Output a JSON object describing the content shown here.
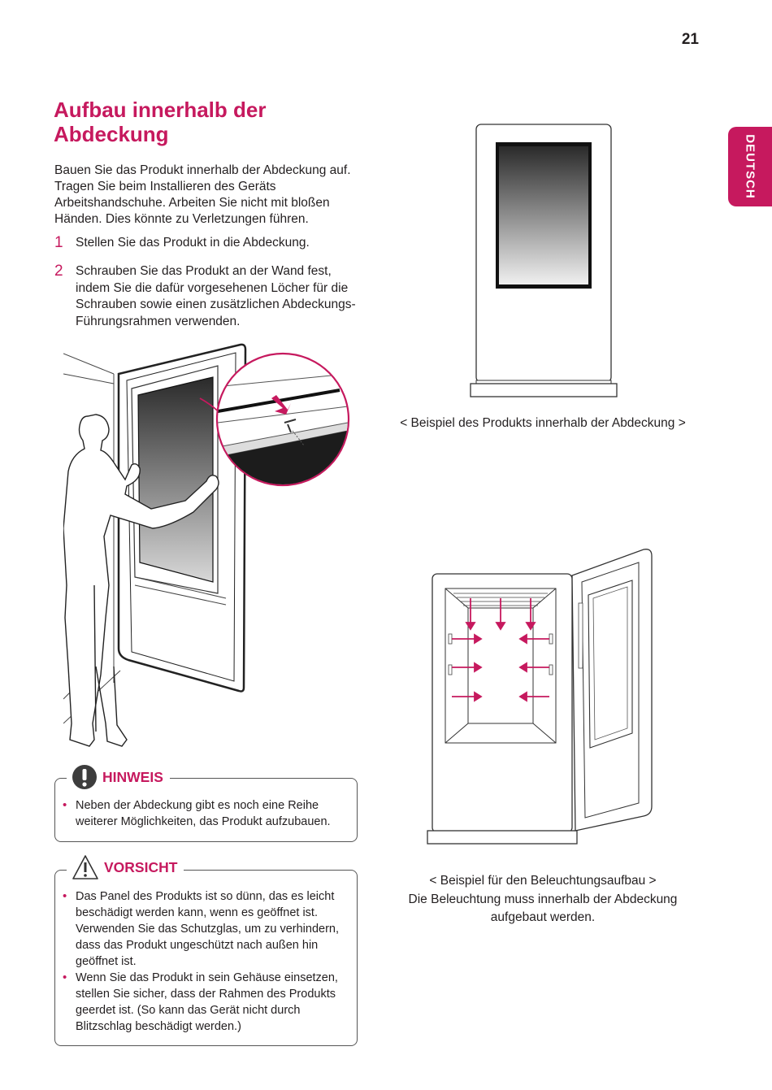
{
  "page_number": "21",
  "side_tab": "DEUTSCH",
  "section": {
    "title_line1": "Aufbau innerhalb der",
    "title_line2": "Abdeckung",
    "intro": "Bauen Sie das Produkt innerhalb der Abdeckung auf. Tragen Sie beim Installieren des Geräts Arbeitshandschuhe. Arbeiten Sie nicht mit bloßen Händen. Dies könnte zu Verletzungen führen."
  },
  "steps": [
    {
      "number": "1",
      "text": "Stellen Sie das Produkt in die Abdeckung."
    },
    {
      "number": "2",
      "text": "Schrauben Sie das Produkt an der Wand fest, indem Sie die dafür vorgesehenen Löcher für die Schrauben sowie einen zusätzlichen Abdeckungs-Führungsrahmen verwenden."
    }
  ],
  "note": {
    "title": "HINWEIS",
    "items": [
      "Neben der Abdeckung gibt es noch eine Reihe weiterer Möglichkeiten, das Produkt aufzubauen."
    ]
  },
  "caution": {
    "title": "VORSICHT",
    "items": [
      "Das Panel des Produkts ist so dünn, das es leicht beschädigt werden kann, wenn es geöffnet ist. Verwenden Sie das Schutzglas, um zu verhindern, dass das Produkt ungeschützt nach außen hin geöffnet ist.",
      "Wenn Sie das Produkt in sein Gehäuse einsetzen, stellen Sie sicher, dass der Rahmen des Produkts geerdet ist. (So kann das Gerät nicht durch Blitzschlag beschädigt werden.)"
    ]
  },
  "captions": {
    "product_example": "< Beispiel des Produkts innerhalb der Abdeckung >",
    "lighting_line1": "< Beispiel für den Beleuchtungsaufbau >",
    "lighting_line2": "Die Beleuchtung muss innerhalb der Abdeckung",
    "lighting_line3": "aufgebaut werden."
  },
  "colors": {
    "accent": "#c6195e",
    "text": "#231f20"
  },
  "icons": [
    "exclamation-circle-icon",
    "warning-triangle-icon"
  ]
}
